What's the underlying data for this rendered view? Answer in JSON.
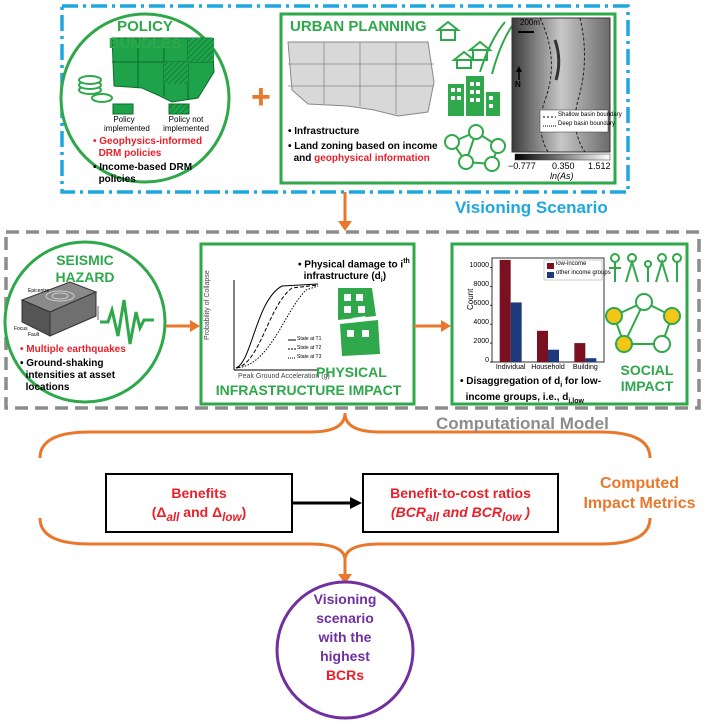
{
  "visioning": {
    "label": "Visioning Scenario",
    "policy": {
      "title_line1": "POLICY",
      "title_line2": "BUNDLES",
      "legend_implemented": "Policy\nimplemented",
      "legend_not": "Policy not\nimplemented",
      "bullet1_line1": "Geophysics-informed",
      "bullet1_line2": "DRM policies",
      "bullet2_line1": "Income-based DRM",
      "bullet2_line2": "policies"
    },
    "plus": "+",
    "urban": {
      "title": "URBAN PLANNING",
      "bullet1": "Infrastructure",
      "bullet2_line1": "Land zoning based on income",
      "bullet2_line2a": "and ",
      "bullet2_line2b": "geophysical information",
      "map_scale": "200m",
      "map_north": "N",
      "legend_shallow": "Shallow basin boundary",
      "legend_deep": "Deep basin boundary",
      "colorbar_min": "−0.777",
      "colorbar_mid": "0.350",
      "colorbar_max": "1.512",
      "colorbar_label": "ln(As)"
    }
  },
  "computational": {
    "label": "Computational Model",
    "seismic": {
      "title_line1": "SEISMIC",
      "title_line2": "HAZARD",
      "bullet1": "Multiple earthquakes",
      "bullet2_line1": "Ground-shaking",
      "bullet2_line2": "intensities at asset",
      "bullet2_line3": "locations",
      "fig_epicenter": "Epicentre",
      "fig_focus": "Focus",
      "fig_fault": "Fault"
    },
    "physical": {
      "bullet_line1": "Physical damage to i",
      "bullet_sup": "th",
      "bullet_line2": "infrastructure (d",
      "bullet_sub": "i",
      "bullet_end": ")",
      "ylabel": "Probability of Collapse",
      "xlabel": "Peak Ground Acceleration (g)",
      "legend1": "State at T1",
      "legend2": "State at T2",
      "legend3": "State at T3",
      "title_line1": "PHYSICAL",
      "title_line2": "INFRASTRUCTURE IMPACT"
    },
    "social": {
      "title_line1": "SOCIAL",
      "title_line2": "IMPACT",
      "bullet_line1": "Disaggregation of d",
      "bullet_sub1": "i",
      "bullet_line1b": " for low-",
      "bullet_line2": "income groups, i.e., d",
      "bullet_sub2": "i,low"
    }
  },
  "metrics": {
    "label_line1": "Computed",
    "label_line2": "Impact Metrics",
    "benefits_line1": "Benefits",
    "benefits_line2a": "(Δ",
    "benefits_sub1": "all",
    "benefits_and": " and Δ",
    "benefits_sub2": "low",
    "benefits_close": ")",
    "bcr_line1": "Benefit-to-cost ratios",
    "bcr_open": "(BCR",
    "bcr_sub1": "all",
    "bcr_and": " and BCR",
    "bcr_sub2": "low",
    "bcr_close": " )"
  },
  "result": {
    "line1": "Visioning",
    "line2": "scenario",
    "line3": "with the",
    "line4": "highest",
    "line5": "BCRs"
  },
  "colors": {
    "green": "#2ea84a",
    "red": "#e8202a",
    "orange": "#e9782c",
    "blue": "#1fa7df",
    "purple": "#7030a0",
    "gray": "#8c8c8c",
    "maroon": "#7b1020",
    "navy": "#1f3a7a"
  },
  "chart_data": {
    "type": "bar",
    "categories": [
      "Individual",
      "Household",
      "Building"
    ],
    "series": [
      {
        "name": "low-income",
        "values": [
          10800,
          3300,
          2000
        ]
      },
      {
        "name": "other income groups",
        "values": [
          6300,
          1300,
          400
        ]
      }
    ],
    "xlabel": "",
    "ylabel": "Count",
    "ylim": [
      0,
      11000
    ],
    "yticks": [
      0,
      2000,
      4000,
      6000,
      8000,
      10000
    ],
    "legend": "top-right"
  }
}
